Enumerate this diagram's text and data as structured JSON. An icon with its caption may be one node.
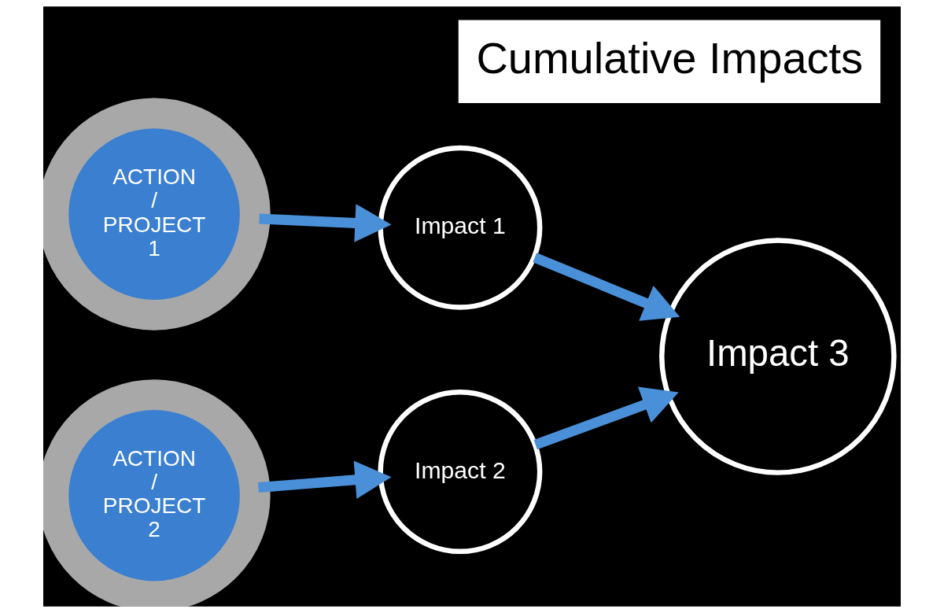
{
  "diagram": {
    "title": "Cumulative Impacts",
    "nodes": [
      {
        "text": [
          "ACTION / PROJECT 1"
        ]
      },
      {
        "text": [
          "ACTION / PROJECT 2"
        ]
      },
      {
        "text": [
          "Impact 1"
        ]
      },
      {
        "text": [
          "Impact 2"
        ]
      },
      {
        "text": [
          "Impact 3"
        ]
      }
    ],
    "edges": [
      {
        "from": 0,
        "to": 2,
        "arrow": "to"
      },
      {
        "from": 1,
        "to": 3,
        "arrow": "to"
      },
      {
        "from": 2,
        "to": 4,
        "arrow": "to"
      },
      {
        "from": 3,
        "to": 4,
        "arrow": "to"
      }
    ]
  }
}
